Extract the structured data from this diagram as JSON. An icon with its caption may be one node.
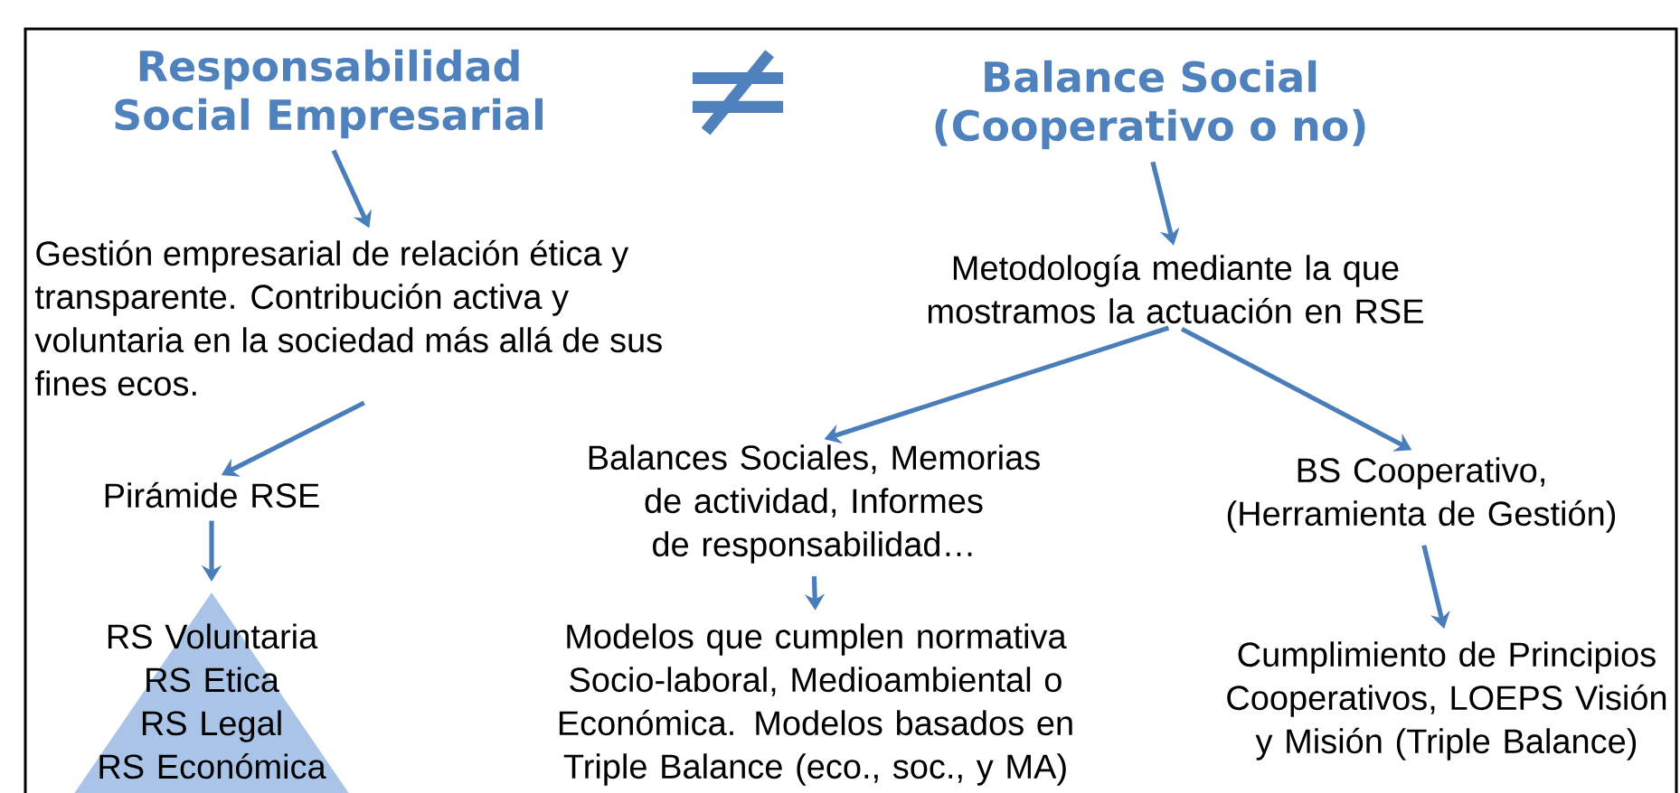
{
  "diagram": {
    "nodes": [
      {
        "text": [
          "Responsabilidad Social Empresarial"
        ]
      },
      {
        "text": [
          "Balance Social (Cooperativo o no)"
        ]
      },
      {
        "text": [
          "Gestión empresarial de relación ética y transparente. Contribución activa y voluntaria en la sociedad más allá de sus fines ecos."
        ]
      },
      {
        "text": [
          "Metodología mediante la que mostramos la actuación en RSE"
        ]
      },
      {
        "text": [
          "Pirámide RSE"
        ]
      },
      {
        "text": [
          "Balances Sociales, Memorias de actividad, Informes de responsabilidad…"
        ]
      },
      {
        "text": [
          "BS Cooperativo, (Herramienta de Gestión)"
        ]
      },
      {
        "text": [
          "RS Voluntaria",
          "RS Etica",
          "RS Legal",
          "RS Económica"
        ]
      },
      {
        "text": [
          "Modelos que cumplen normativa Socio-laboral, Medioambiental o Económica. Modelos basados en Triple Balance (eco., soc., y MA)"
        ]
      },
      {
        "text": [
          "Cumplimiento de Principios Cooperativos, LOEPS Visión y Misión (Triple Balance)"
        ]
      }
    ],
    "edges": [
      {
        "from": 0,
        "to": 2,
        "arrow": "to"
      },
      {
        "from": 2,
        "to": 4,
        "arrow": "to"
      },
      {
        "from": 4,
        "to": 7,
        "arrow": "to"
      },
      {
        "from": 1,
        "to": 3,
        "arrow": "to"
      },
      {
        "from": 3,
        "to": 5,
        "arrow": "to"
      },
      {
        "from": 3,
        "to": 6,
        "arrow": "to"
      },
      {
        "from": 5,
        "to": 8,
        "arrow": "to"
      },
      {
        "from": 6,
        "to": 9,
        "arrow": "to"
      }
    ],
    "labels": [
      "≠"
    ]
  }
}
